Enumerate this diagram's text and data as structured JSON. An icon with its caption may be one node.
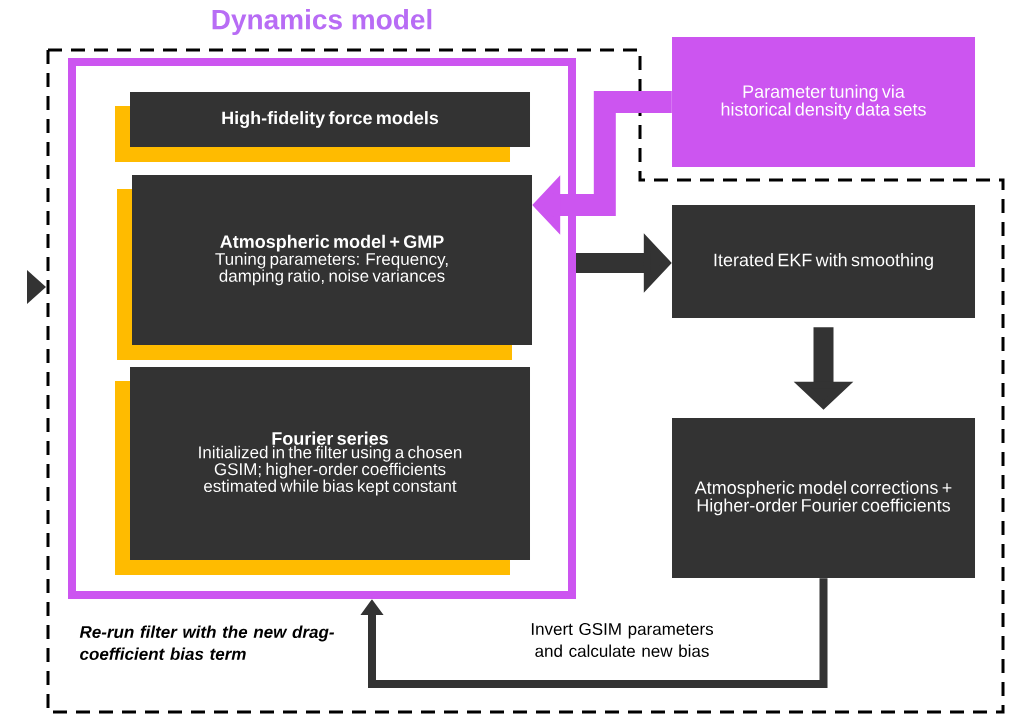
{
  "diagram": {
    "nodes": [
      {
        "text": [
          "Dynamics model"
        ]
      },
      {
        "text": [
          "High-fidelity force models"
        ],
        "in": 0
      },
      {
        "text": [
          "Atmospheric model + GMP",
          "Tuning parameters: Frequency, damping ratio, noise variances"
        ],
        "in": 0
      },
      {
        "text": [
          "Fourier series",
          "Initialized in the filter using a chosen GSIM; higher-order coefficients estimated while bias kept constant"
        ],
        "in": 0
      },
      {
        "text": [
          "Parameter tuning via historical density data sets"
        ]
      },
      {
        "text": [
          "Iterated EKF with smoothing"
        ]
      },
      {
        "text": [
          "Atmospheric model corrections + Higher-order Fourier coefficients"
        ]
      }
    ],
    "edges": [
      {
        "from": 4,
        "to": 2,
        "arrow": "to",
        "color": "#cc55f0"
      },
      {
        "from": 0,
        "to": 5,
        "arrow": "to"
      },
      {
        "from": 5,
        "to": 6,
        "arrow": "to"
      },
      {
        "from": 6,
        "to": 0,
        "arrow": "to",
        "label": "Invert GSIM parameters and calculate new bias"
      }
    ],
    "labels": [
      "Re-run filter with the new drag-coefficient bias term"
    ]
  }
}
